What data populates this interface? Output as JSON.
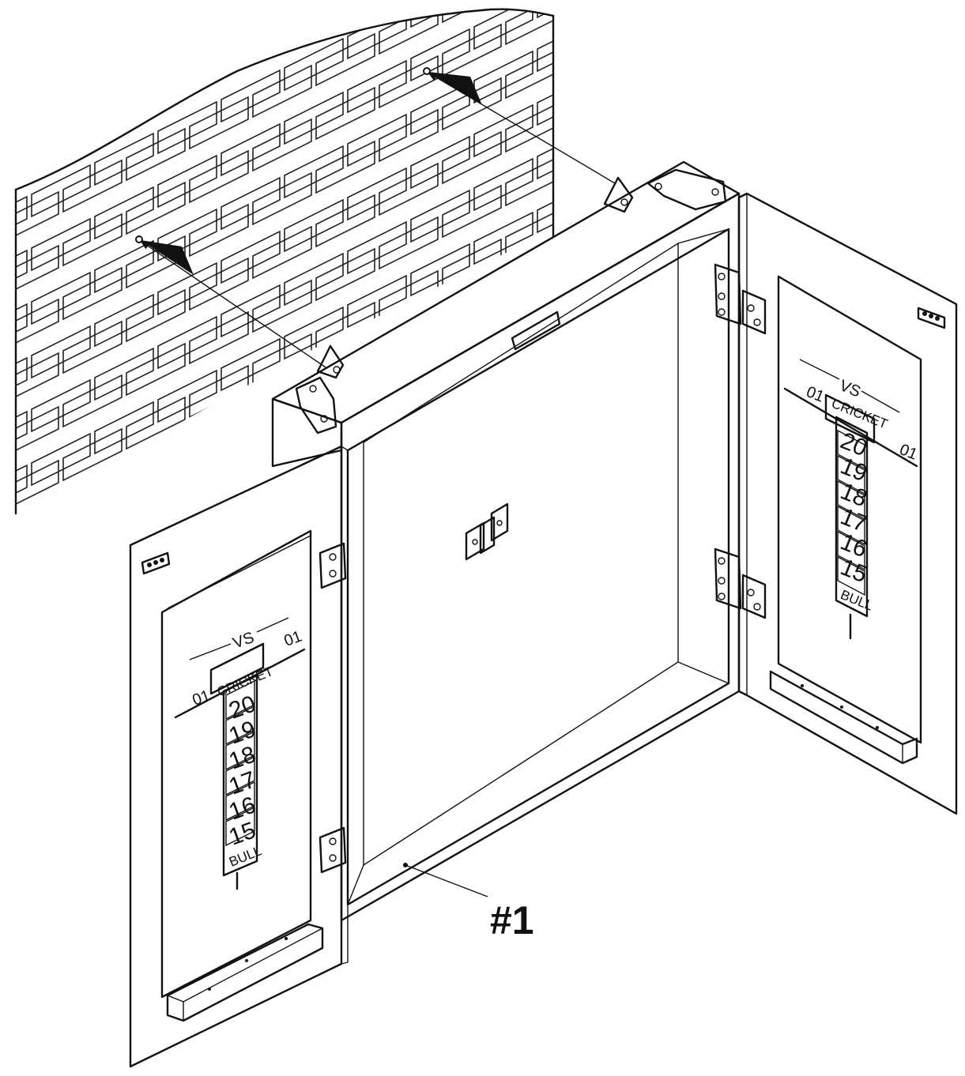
{
  "callout": {
    "label": "#1"
  },
  "left_scoreboard": {
    "vs": "VS",
    "left_game": "01",
    "right_game": "01",
    "game_label": "CRICKET",
    "numbers": [
      "20",
      "19",
      "18",
      "17",
      "16",
      "15"
    ],
    "bull": "BULL"
  },
  "right_scoreboard": {
    "vs": "VS",
    "left_game": "01",
    "right_game": "01",
    "game_label": "CRICKET",
    "numbers": [
      "20",
      "19",
      "18",
      "17",
      "16",
      "15"
    ],
    "bull": "BULL"
  }
}
